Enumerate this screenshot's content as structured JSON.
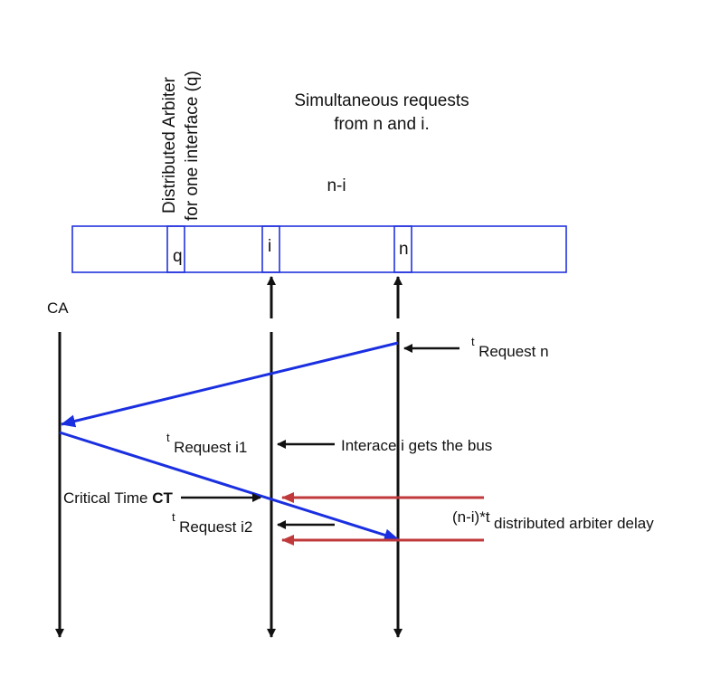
{
  "colors": {
    "bus_box": "#2233dd",
    "signal_line": "#1a2fe0",
    "arbiter_line": "#c0393b",
    "black": "#111111"
  },
  "header": {
    "rotated_label_line1": "Distributed Arbiter",
    "rotated_label_line2": "for one interface (q)",
    "title_line1": "Simultaneous requests",
    "title_line2": "from n and i.",
    "distance_label": "n-i"
  },
  "bus": {
    "cells": [
      {
        "id": "q",
        "label": "q"
      },
      {
        "id": "i",
        "label": "i"
      },
      {
        "id": "n",
        "label": "n"
      }
    ]
  },
  "lifelines": {
    "ca_label": "CA"
  },
  "annotations": {
    "request_n": {
      "prefix": "t",
      "sub": "Request n"
    },
    "request_i1": {
      "prefix": "t",
      "sub": "Request i1"
    },
    "bus_grant": "Interace i gets the bus",
    "critical_time": "Critical Time ",
    "critical_time_abbr": "CT",
    "request_i2": {
      "prefix": "t",
      "sub": "Request i2"
    },
    "arbiter_delay": {
      "prefix": "(n-i)*t",
      "sub": "distributed arbiter delay"
    }
  }
}
